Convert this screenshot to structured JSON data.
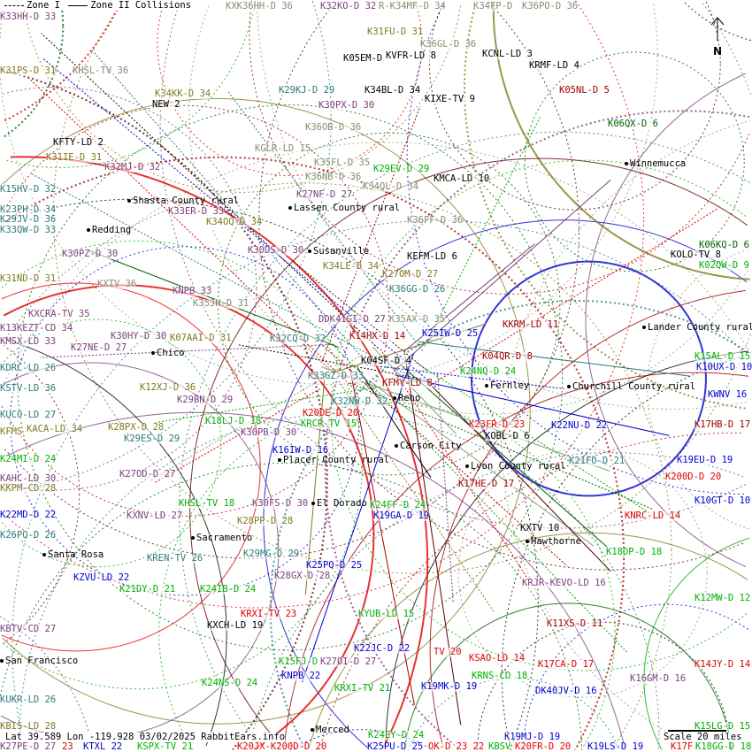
{
  "legend": {
    "zone1": "Zone I",
    "zone2": "Zone II Collisions"
  },
  "status": "Lat 39.589 Lon -119.928 03/02/2025 RabbitEars.info",
  "scale": "Scale 20 miles",
  "north": "N",
  "colors": {
    "purple": "#7a3f7a",
    "olive": "#7f7a20",
    "teal": "#2a7a7a",
    "gray": "#7f8f6f",
    "green": "#00b000",
    "blue": "#0000d0",
    "red": "#e00000",
    "darkred": "#a00000",
    "black": "#000000",
    "darkgreen": "#006000"
  },
  "stations": [
    {
      "t": "K33HH-D 33",
      "c": "purple"
    },
    {
      "t": "KXK36HH-D 36",
      "c": "gray"
    },
    {
      "t": "K32KO-D 32",
      "c": "purple"
    },
    {
      "t": "R-K34MF-D 34",
      "c": "gray"
    },
    {
      "t": "K34FP-D",
      "c": "gray"
    },
    {
      "t": "K36PO-D 36",
      "c": "gray"
    },
    {
      "t": "K31FU-D 31",
      "c": "olive"
    },
    {
      "t": "K36GL-D 36",
      "c": "gray"
    },
    {
      "t": "KCNL-LD 3",
      "c": "black"
    },
    {
      "t": "K31PS-D 31",
      "c": "olive"
    },
    {
      "t": "KHSL-TV 36",
      "c": "gray"
    },
    {
      "t": "K05EM-D",
      "c": "black"
    },
    {
      "t": "KVFR-LD 8",
      "c": "black"
    },
    {
      "t": "KRMF-LD 4",
      "c": "black"
    },
    {
      "t": "K05NL-D 5",
      "c": "darkred"
    },
    {
      "t": "K34KK-D 34",
      "c": "olive"
    },
    {
      "t": "NEW 2",
      "c": "black"
    },
    {
      "t": "K29KJ-D 29",
      "c": "teal"
    },
    {
      "t": "K34BL-D 34",
      "c": "black"
    },
    {
      "t": "KIXE-TV 9",
      "c": "black"
    },
    {
      "t": "K30PX-D 30",
      "c": "purple"
    },
    {
      "t": "K06QX-D 6",
      "c": "darkgreen"
    },
    {
      "t": "K36OB-D 36",
      "c": "gray"
    },
    {
      "t": "KFTY-LD 2",
      "c": "black"
    },
    {
      "t": "KGLR-LD 15",
      "c": "gray"
    },
    {
      "t": "K31IE-D 31",
      "c": "olive"
    },
    {
      "t": "K32MJ-D 32",
      "c": "purple"
    },
    {
      "t": "K35FL-D 35",
      "c": "gray"
    },
    {
      "t": "K29EV-D 29",
      "c": "green"
    },
    {
      "t": "K36NB-D 36",
      "c": "gray"
    },
    {
      "t": "KMCA-LD 10",
      "c": "black"
    },
    {
      "t": "K15HV-D 32",
      "c": "teal"
    },
    {
      "t": "K34QL-D 34",
      "c": "gray"
    },
    {
      "t": "K27NF-D 27",
      "c": "purple"
    },
    {
      "t": "K23PH-D 34",
      "c": "teal"
    },
    {
      "t": "K29JV-D 36",
      "c": "teal"
    },
    {
      "t": "K34OQ-D 34",
      "c": "olive"
    },
    {
      "t": "K33ER-D 33",
      "c": "purple"
    },
    {
      "t": "K36FF-D 36",
      "c": "gray"
    },
    {
      "t": "K33QW-D 33",
      "c": "teal"
    },
    {
      "t": "K30DS-D 30",
      "c": "purple"
    },
    {
      "t": "K06KQ-D 6",
      "c": "darkgreen"
    },
    {
      "t": "KOLO-TV 8",
      "c": "black"
    },
    {
      "t": "KEFM-LD 6",
      "c": "black"
    },
    {
      "t": "K30PZ-D 30",
      "c": "purple"
    },
    {
      "t": "K02QW-D 9",
      "c": "green"
    },
    {
      "t": "K34LE-D 34",
      "c": "olive"
    },
    {
      "t": "K31ND-D 31",
      "c": "olive"
    },
    {
      "t": "K27OM-D 27",
      "c": "olive"
    },
    {
      "t": "KNPB 33",
      "c": "purple"
    },
    {
      "t": "KXTV 36",
      "c": "gray"
    },
    {
      "t": "K36GG-D 26",
      "c": "teal"
    },
    {
      "t": "K35JH-D 31",
      "c": "gray"
    },
    {
      "t": "DDK41GI-D 27",
      "c": "purple"
    },
    {
      "t": "K35AX-D 35",
      "c": "gray"
    },
    {
      "t": "KKRM-LD 11",
      "c": "darkred"
    },
    {
      "t": "KXCRA-TV 35",
      "c": "purple"
    },
    {
      "t": "K13KEZT-CD 34",
      "c": "purple"
    },
    {
      "t": "K30HY-D 30",
      "c": "purple"
    },
    {
      "t": "K07AAI-D 31",
      "c": "olive"
    },
    {
      "t": "K27NE-D 27",
      "c": "purple"
    },
    {
      "t": "K14HX-D 14",
      "c": "darkred"
    },
    {
      "t": "K32CQ-D 32",
      "c": "teal"
    },
    {
      "t": "K25IW-D 25",
      "c": "blue"
    },
    {
      "t": "KMSX-LD 33",
      "c": "purple"
    },
    {
      "t": "K04QR-D 8",
      "c": "darkred"
    },
    {
      "t": "K15AL-D 15",
      "c": "green"
    },
    {
      "t": "K10UX-D 10",
      "c": "blue"
    },
    {
      "t": "K04SF-D 4",
      "c": "black"
    },
    {
      "t": "KDRC-LD 26",
      "c": "teal"
    },
    {
      "t": "K33GZ-D 33",
      "c": "teal"
    },
    {
      "t": "K24NQ-D 24",
      "c": "green"
    },
    {
      "t": "KSTV-LD 36",
      "c": "teal"
    },
    {
      "t": "K12XJ-D 36",
      "c": "olive"
    },
    {
      "t": "KFMY-LD 8",
      "c": "darkred"
    },
    {
      "t": "K29BN-D 29",
      "c": "purple"
    },
    {
      "t": "KWNV 16",
      "c": "blue"
    },
    {
      "t": "K32NW-D 32",
      "c": "teal"
    },
    {
      "t": "KUCO-LD 27",
      "c": "teal"
    },
    {
      "t": "K20DE-D 20",
      "c": "red"
    },
    {
      "t": "K18LJ-D 18",
      "c": "green"
    },
    {
      "t": "KRCR-TV 15",
      "c": "green"
    },
    {
      "t": "K23FR-D 23",
      "c": "red"
    },
    {
      "t": "K22NU-D 22",
      "c": "blue"
    },
    {
      "t": "K17HB-D 17",
      "c": "darkred"
    },
    {
      "t": "KFMS",
      "c": "olive"
    },
    {
      "t": "KACA-LD 34",
      "c": "olive"
    },
    {
      "t": "K28PX-D 28",
      "c": "olive"
    },
    {
      "t": "K30PB-D 30",
      "c": "purple"
    },
    {
      "t": "K29ES-D 29",
      "c": "teal"
    },
    {
      "t": "KOBL-D 6",
      "c": "black"
    },
    {
      "t": "K16IW-D 16",
      "c": "blue"
    },
    {
      "t": "K19EU-D 19",
      "c": "blue"
    },
    {
      "t": "K24MI-D 24",
      "c": "green"
    },
    {
      "t": "K21FO-D 21",
      "c": "teal"
    },
    {
      "t": "K27OD-D 27",
      "c": "purple"
    },
    {
      "t": "KAHC-LD 30",
      "c": "purple"
    },
    {
      "t": "K200D-D 20",
      "c": "red"
    },
    {
      "t": "K17HE-D 17",
      "c": "darkred"
    },
    {
      "t": "KKPM-CD 28",
      "c": "olive"
    },
    {
      "t": "K24FF-D 24",
      "c": "green"
    },
    {
      "t": "K19GA-D 19",
      "c": "blue"
    },
    {
      "t": "KHSL-TV 18",
      "c": "green"
    },
    {
      "t": "K30FS-D 30",
      "c": "purple"
    },
    {
      "t": "KNRC-LD 14",
      "c": "red"
    },
    {
      "t": "K10GT-D 10",
      "c": "blue"
    },
    {
      "t": "K22MD-D 22",
      "c": "blue"
    },
    {
      "t": "KXNV-LD 27",
      "c": "purple"
    },
    {
      "t": "K28PP-D 28",
      "c": "olive"
    },
    {
      "t": "KXTV 10",
      "c": "black"
    },
    {
      "t": "K26PQ-D 26",
      "c": "teal"
    },
    {
      "t": "K29MG-D 29",
      "c": "teal"
    },
    {
      "t": "KREN-TV 26",
      "c": "teal"
    },
    {
      "t": "K18DP-D 18",
      "c": "green"
    },
    {
      "t": "K25PQ-D 25",
      "c": "blue"
    },
    {
      "t": "KZVU-LD 22",
      "c": "blue"
    },
    {
      "t": "K28GX-D 28",
      "c": "purple"
    },
    {
      "t": "KRJR-KEVO-LD 16",
      "c": "purple"
    },
    {
      "t": "K21DY-D 21",
      "c": "green"
    },
    {
      "t": "K24IB-D 24",
      "c": "green"
    },
    {
      "t": "K12MW-D 12",
      "c": "green"
    },
    {
      "t": "KYUB-LD 15",
      "c": "green"
    },
    {
      "t": "KRXI-TV 23",
      "c": "red"
    },
    {
      "t": "KXCH-LD 19",
      "c": "black"
    },
    {
      "t": "K11XS-D 11",
      "c": "darkred"
    },
    {
      "t": "KBTV-CD 27",
      "c": "purple"
    },
    {
      "t": "K22JC-D 22",
      "c": "blue"
    },
    {
      "t": "TV 20",
      "c": "red"
    },
    {
      "t": "K15FJ-D",
      "c": "green"
    },
    {
      "t": "K27OI-D 27",
      "c": "purple"
    },
    {
      "t": "KSAO-LD 14",
      "c": "red"
    },
    {
      "t": "K17CA-D 17",
      "c": "red"
    },
    {
      "t": "K14JY-D 14",
      "c": "red"
    },
    {
      "t": "KNPB 22",
      "c": "blue"
    },
    {
      "t": "KRNS-CD 18",
      "c": "green"
    },
    {
      "t": "K16GM-D 16",
      "c": "purple"
    },
    {
      "t": "K24NS-D 24",
      "c": "green"
    },
    {
      "t": "KRXI-TV 21",
      "c": "green"
    },
    {
      "t": "K19MK-D 19",
      "c": "blue"
    },
    {
      "t": "DK40JV-D 16",
      "c": "blue"
    },
    {
      "t": "KUKR-LD 26",
      "c": "teal"
    },
    {
      "t": "K15LG-D 15",
      "c": "green"
    },
    {
      "t": "KBIS-LD 28",
      "c": "olive"
    },
    {
      "t": "K24EY-D 24",
      "c": "green"
    },
    {
      "t": "K19MJ-D 19",
      "c": "blue"
    },
    {
      "t": "K27PE-D 27",
      "c": "purple"
    },
    {
      "t": "23",
      "c": "red"
    },
    {
      "t": "KTXL 22",
      "c": "blue"
    },
    {
      "t": "KSPX-TV 21",
      "c": "green"
    },
    {
      "t": "K20JX-K200D-D 20",
      "c": "red"
    },
    {
      "t": "K25PU-D 25",
      "c": "blue"
    },
    {
      "t": "OK-D 23 22",
      "c": "red"
    },
    {
      "t": "KBSV",
      "c": "green"
    },
    {
      "t": "K20FR-D 20",
      "c": "red"
    },
    {
      "t": "K19LS-D 19",
      "c": "blue"
    },
    {
      "t": "K17F",
      "c": "red"
    },
    {
      "t": "K18GG-D 18",
      "c": "green"
    }
  ],
  "cities": [
    "Winnemucca",
    "Shasta County rural",
    "Lassen County rural",
    "Redding",
    "Susanville",
    "Lander County rural",
    "Chico",
    "Fernley",
    "Churchill County rural",
    "Reno",
    "Carson City",
    "Placer County rural",
    "Lyon County rural",
    "El Dorado",
    "Sacramento",
    "Hawthorne",
    "Santa Rosa",
    "San Francisco",
    "Merced"
  ]
}
